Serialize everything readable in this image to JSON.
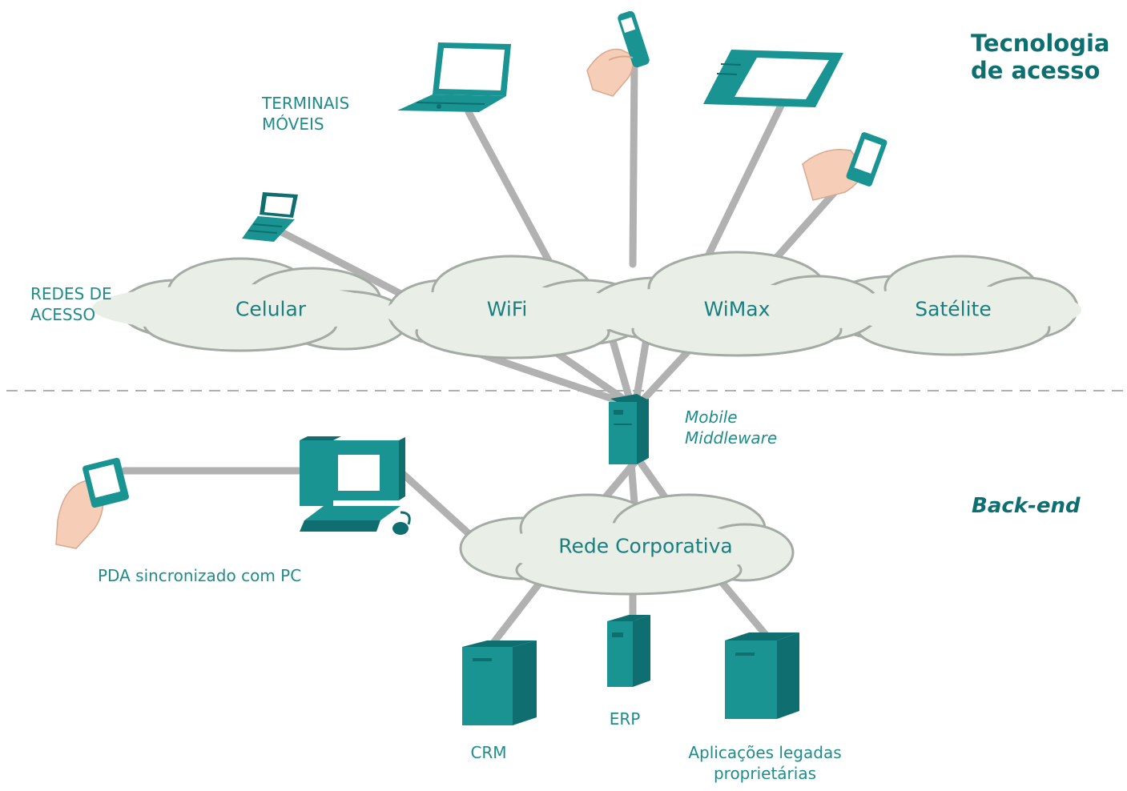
{
  "heading": {
    "line1": "Tecnologia",
    "line2": "de acesso"
  },
  "backend_heading": "Back-end",
  "labels": {
    "terminais_line1": "TERMINAIS",
    "terminais_line2": "MÓVEIS",
    "redes_line1": "REDES DE",
    "redes_line2": "ACESSO",
    "middleware_line1": "Mobile",
    "middleware_line2": "Middleware",
    "pda_pc": "PDA sincronizado com PC",
    "crm": "CRM",
    "erp": "ERP",
    "legacy_line1": "Aplicações legadas",
    "legacy_line2": "proprietárias"
  },
  "clouds": {
    "celular": "Celular",
    "wifi": "WiFi",
    "wimax": "WiMax",
    "satelite": "Satélite",
    "corporativa": "Rede Corporativa"
  },
  "colors": {
    "teal": "#1a9393",
    "teal_dark": "#0f6e6f",
    "label_teal": "#1f8c8c",
    "cloud_fill": "#e9efe6",
    "cloud_stroke": "#a4aaa4",
    "link_gray": "#b1b1b1",
    "skin": "#f6cdb6",
    "dashed_line": "#b0b0b0"
  },
  "icons": [
    "flip-phone-icon",
    "laptop-icon",
    "cell-phone-in-hand-icon",
    "tablet-icon",
    "pda-in-hand-icon",
    "middleware-server-icon",
    "desktop-pc-icon",
    "synced-pda-icon",
    "crm-server-icon",
    "erp-server-icon",
    "legacy-server-icon"
  ]
}
